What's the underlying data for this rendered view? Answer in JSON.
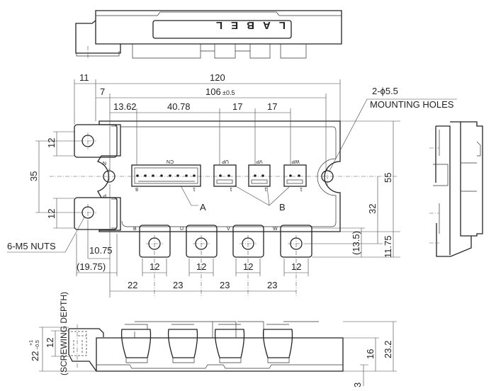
{
  "title_block": {
    "label_text": "LABEL"
  },
  "terminals": {
    "n": "N",
    "p": "P",
    "b": "B",
    "u": "U",
    "v": "V",
    "w": "W"
  },
  "connectors": {
    "cn": {
      "name": "CN",
      "pin_first": "1",
      "pin_last": "8"
    },
    "up": {
      "name": "UP",
      "pin_first": "1"
    },
    "vp": {
      "name": "VP",
      "pin_first": "1"
    },
    "wp": {
      "name": "WP",
      "pin_first": "1"
    }
  },
  "callouts": {
    "a": "A",
    "b": "B",
    "holes_count": "2-ϕ5.5",
    "holes_label": "MOUNTING HOLES",
    "nuts": "6-M5 NUTS",
    "screwing": "(SCREWING DEPTH)"
  },
  "dimensions": {
    "overall_length": "120",
    "left_offset": "11",
    "hole_offset": "7",
    "hole_pitch": "106",
    "hole_pitch_tol": "±0.5",
    "cn_offset": "13.62",
    "cn_to_up": "40.78",
    "up_to_vp": "17",
    "vp_to_wp": "17",
    "terminal_width_top": "12",
    "np_pitch": "35",
    "terminal_width_bottom": "12",
    "nut_offset": "10.75",
    "nut_offset_ref": "(19.75)",
    "bt_width": [
      "12",
      "12",
      "12",
      "12"
    ],
    "bt_pitch": [
      "22",
      "23",
      "23",
      "23"
    ],
    "height_55": "55",
    "dim_32": "32",
    "dim_13_5": "(13.5)",
    "dim_11_75": "11.75",
    "side_22": "22",
    "side_22_tol_plus": "+1",
    "side_22_tol_minus": "−0.5",
    "side_12": "12",
    "side_16": "16",
    "side_23_2": "23.2",
    "side_3": "3"
  }
}
